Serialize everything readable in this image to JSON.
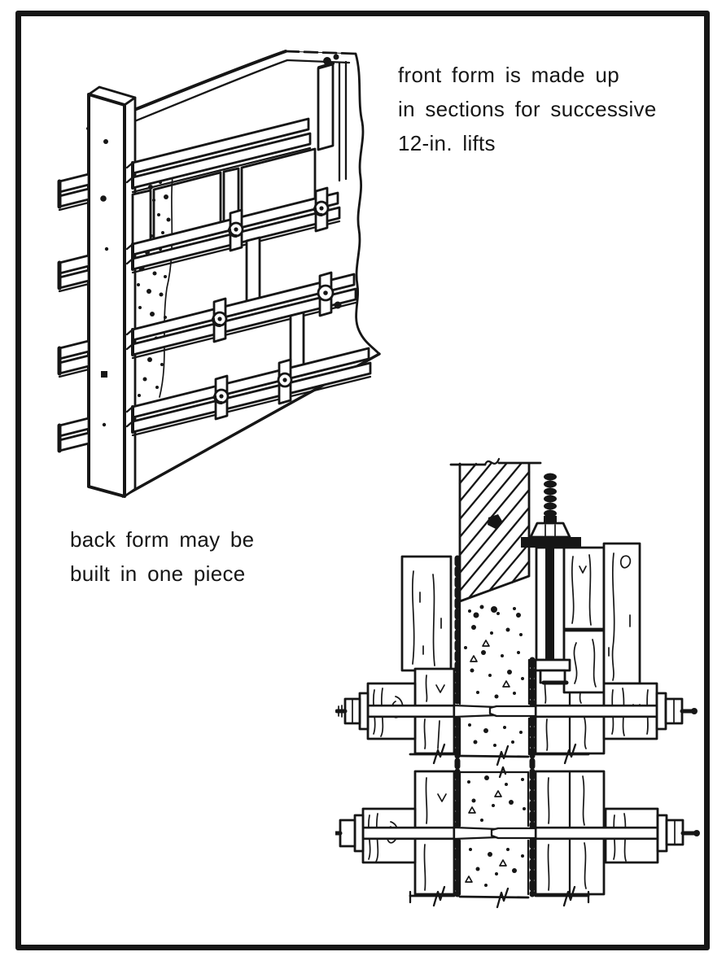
{
  "palette": {
    "paper": "#ffffff",
    "ink": "#161616"
  },
  "annotations": {
    "front_form": {
      "lines": [
        "front form is made up",
        "in sections for successive",
        "12-in. lifts"
      ]
    },
    "back_form": {
      "lines": [
        "back form may be",
        "built in one piece"
      ]
    }
  }
}
